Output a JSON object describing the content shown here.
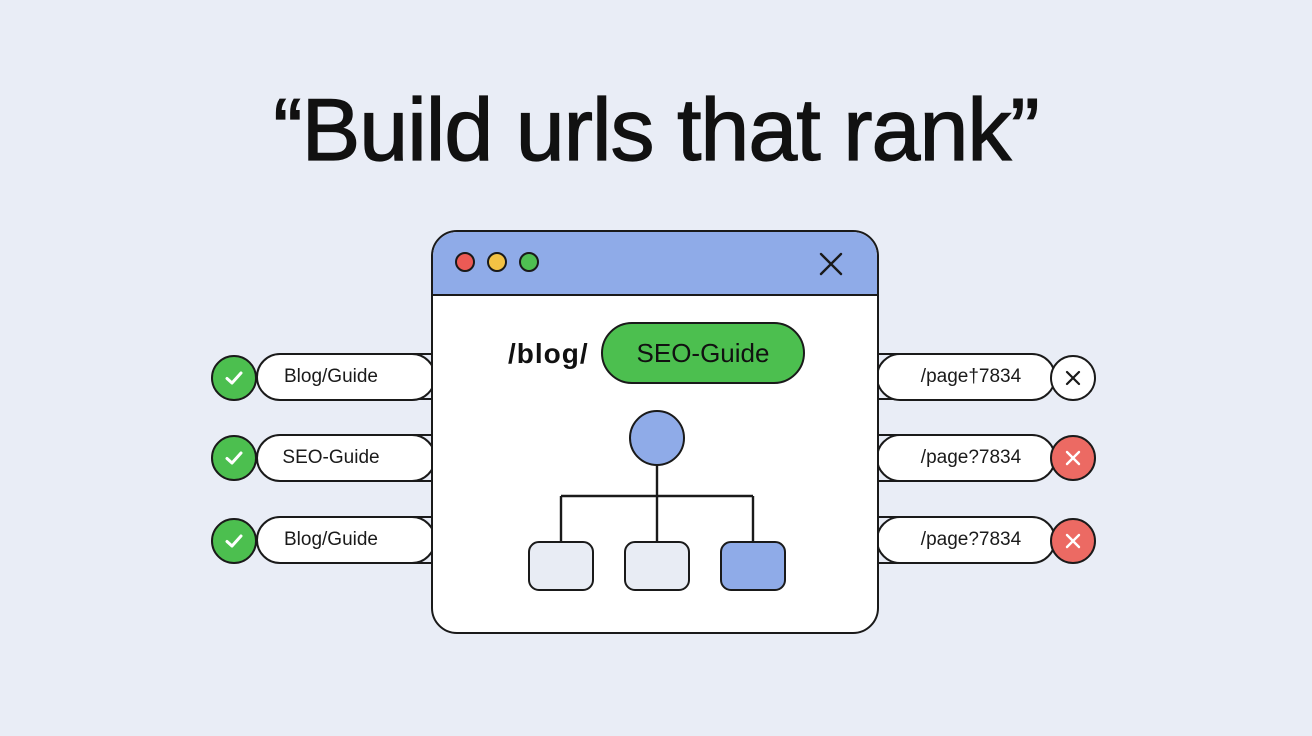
{
  "headline": "“Build urls that rank”",
  "colors": {
    "background": "#e9edf6",
    "titlebar": "#8fabe8",
    "good": "#4cbf4f",
    "bad": "#ec6a63",
    "dot_red": "#ec5a55",
    "dot_yellow": "#f3c244",
    "dot_green": "#4fbf52",
    "slug_pill": "#4cbf4f",
    "tree_node": "#8fabe8",
    "tree_leaf": "#e8ecf4",
    "tree_leaf_active": "#8fabe8"
  },
  "window": {
    "icons": [
      "red-dot",
      "yellow-dot",
      "green-dot",
      "close-icon"
    ],
    "url_prefix": "/blog/",
    "url_slug": "SEO-Guide"
  },
  "good_urls": [
    {
      "label": "Blog/Guide",
      "status": "check-icon"
    },
    {
      "label": "SEO-Guide",
      "status": "check-icon"
    },
    {
      "label": "Blog/Guide",
      "status": "check-icon"
    }
  ],
  "bad_urls": [
    {
      "label": "/page†7834",
      "status": "x-icon",
      "filled": false
    },
    {
      "label": "/page?7834",
      "status": "x-icon",
      "filled": true
    },
    {
      "label": "/page?7834",
      "status": "x-icon",
      "filled": true
    }
  ]
}
